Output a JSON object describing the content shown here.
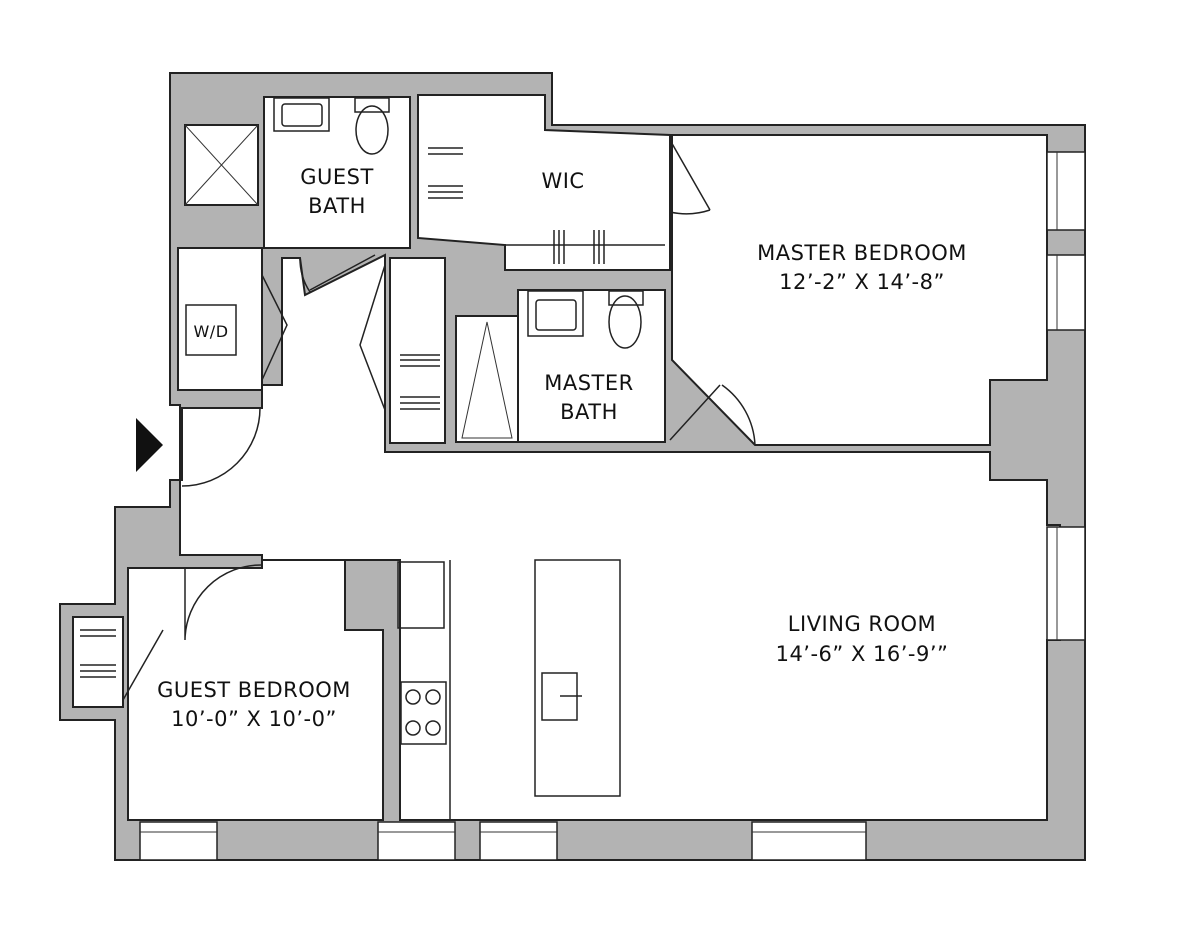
{
  "rooms": {
    "guest_bath": {
      "line1": "GUEST",
      "line2": "BATH"
    },
    "wic": {
      "name": "WIC"
    },
    "master_bedroom": {
      "name": "MASTER BEDROOM",
      "dims": "12’-2” X 14’-8”"
    },
    "washer_dryer": {
      "name": "W/D"
    },
    "master_bath": {
      "line1": "MASTER",
      "line2": "BATH"
    },
    "living_room": {
      "name": "LIVING ROOM",
      "dims": "14’-6” X 16’-9’”"
    },
    "guest_bedroom": {
      "name": "GUEST BEDROOM",
      "dims": "10’-0” X 10’-0”"
    }
  },
  "colors": {
    "wall": "#b3b3b3",
    "line": "#222222"
  }
}
